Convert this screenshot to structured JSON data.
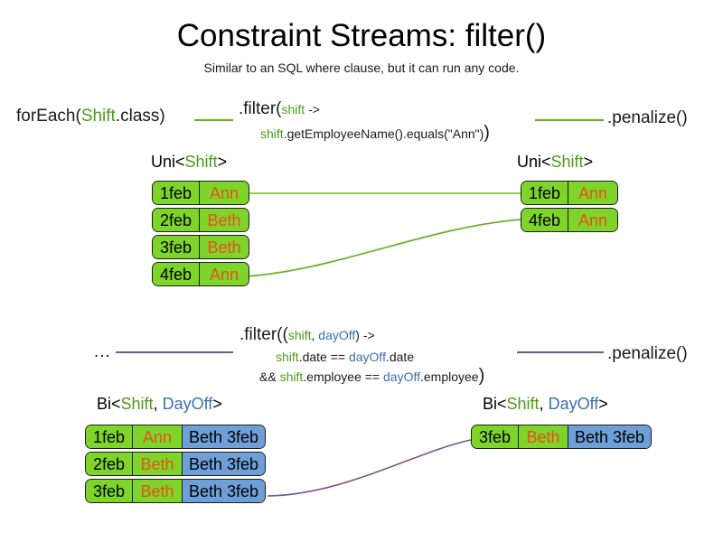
{
  "header": {
    "title": "Constraint Streams: filter()",
    "subtitle": "Similar to an SQL where clause, but it can run any code."
  },
  "colors": {
    "shift_green": "#4f9a18",
    "dayoff_blue": "#3a6fb5",
    "tuple_green": "#7fd42a",
    "tuple_blue": "#6e9fd8",
    "name_orange": "#e8501e",
    "wire_green": "#6fb02a",
    "wire_purple": "#7b5588"
  },
  "uni_row": {
    "source_label": {
      "prefix": "forEach(",
      "type": "Shift",
      "suffix": ".class)"
    },
    "filter": {
      "line1_prefix": ".filter(",
      "line1_var": "shift",
      "line1_suffix": " ->",
      "line2_var": "shift",
      "line2_rest": ".getEmployeeName().equals(\"Ann\")",
      "line2_close": ")"
    },
    "sink_label": ".penalize()",
    "left_type": {
      "prefix": "Uni<",
      "type": "Shift",
      "suffix": ">"
    },
    "right_type": {
      "prefix": "Uni<",
      "type": "Shift",
      "suffix": ">"
    },
    "left_tuples": [
      {
        "date": "1feb",
        "name": "Ann"
      },
      {
        "date": "2feb",
        "name": "Beth"
      },
      {
        "date": "3feb",
        "name": "Beth"
      },
      {
        "date": "4feb",
        "name": "Ann"
      }
    ],
    "right_tuples": [
      {
        "date": "1feb",
        "name": "Ann"
      },
      {
        "date": "4feb",
        "name": "Ann"
      }
    ]
  },
  "bi_row": {
    "source_label": "...",
    "filter": {
      "line1_prefix": ".filter((",
      "line1_var1": "shift",
      "line1_sep": ", ",
      "line1_var2": "dayOff",
      "line1_suffix": ") ->",
      "line2_var1": "shift",
      "line2_mid": ".date == ",
      "line2_var2": "dayOff",
      "line2_tail": ".date",
      "line3_lead": "&& ",
      "line3_var1": "shift",
      "line3_mid": ".employee == ",
      "line3_var2": "dayOff",
      "line3_tail": ".employee",
      "line3_close": ")"
    },
    "sink_label": ".penalize()",
    "left_type": {
      "prefix": "Bi<",
      "type1": "Shift",
      "sep": ", ",
      "type2": "DayOff",
      "suffix": ">"
    },
    "right_type": {
      "prefix": "Bi<",
      "type1": "Shift",
      "sep": ", ",
      "type2": "DayOff",
      "suffix": ">"
    },
    "left_tuples": [
      {
        "date": "1feb",
        "name": "Ann",
        "dayoff": "Beth 3feb"
      },
      {
        "date": "2feb",
        "name": "Beth",
        "dayoff": "Beth 3feb"
      },
      {
        "date": "3feb",
        "name": "Beth",
        "dayoff": "Beth 3feb"
      }
    ],
    "right_tuples": [
      {
        "date": "3feb",
        "name": "Beth",
        "dayoff": "Beth 3feb"
      }
    ]
  }
}
